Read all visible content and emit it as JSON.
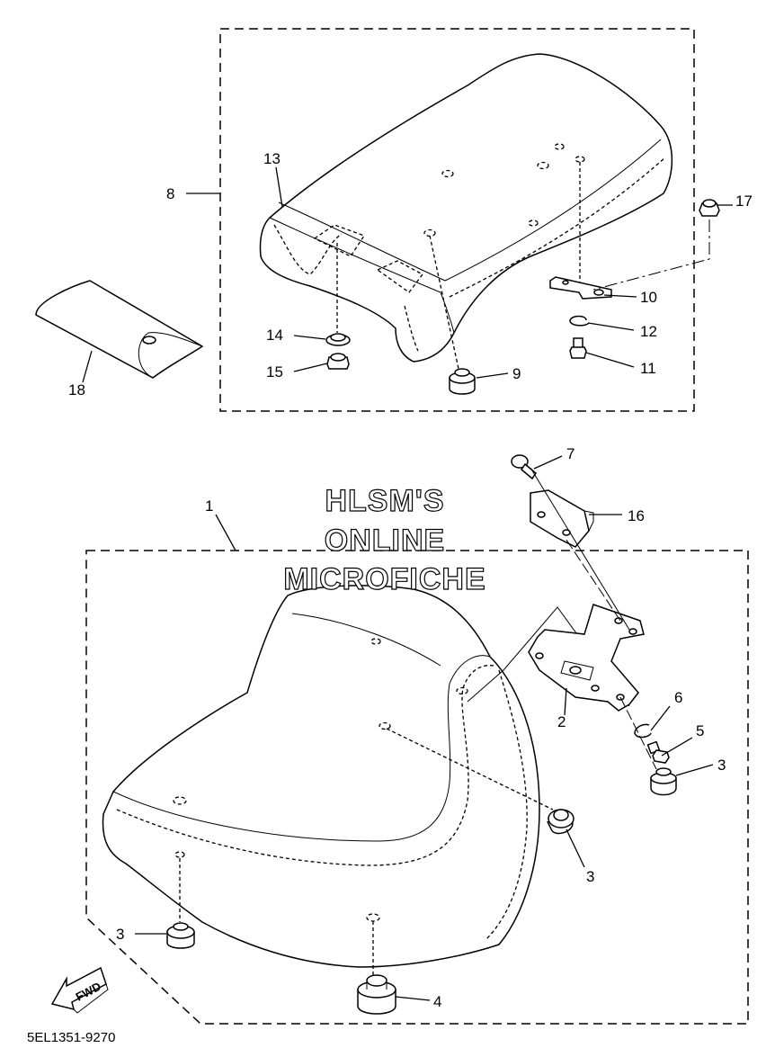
{
  "diagram_code": "5EL1351-9270",
  "watermark": [
    "HLSM'S",
    "ONLINE",
    "MICROFICHE"
  ],
  "fwd_label": "FWD",
  "callouts": {
    "c1": "1",
    "c2": "2",
    "c3a": "3",
    "c3b": "3",
    "c3c": "3",
    "c4": "4",
    "c5": "5",
    "c6": "6",
    "c7": "7",
    "c8": "8",
    "c9": "9",
    "c10": "10",
    "c11": "11",
    "c12": "12",
    "c13": "13",
    "c14": "14",
    "c15": "15",
    "c16": "16",
    "c17": "17",
    "c18": "18"
  }
}
